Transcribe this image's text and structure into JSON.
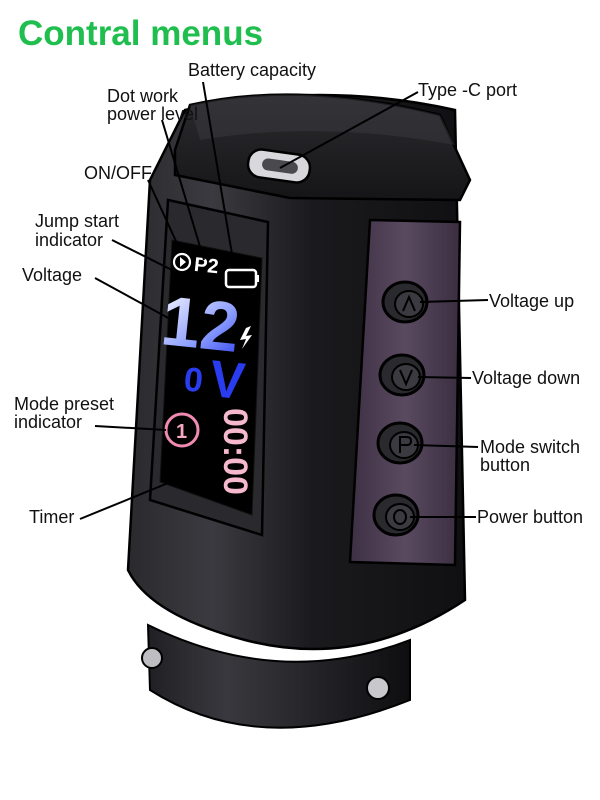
{
  "title": "Contral menus",
  "screen": {
    "mode_label": "P2",
    "voltage_int": "12",
    "voltage_dec": "0",
    "voltage_unit": "V",
    "preset_number": "1",
    "timer": "00:00"
  },
  "labels": {
    "battery_capacity": "Battery capacity",
    "type_c_port": "Type -C port",
    "dot_work_line1": "Dot work",
    "dot_work_line2": "power level",
    "on_off": "ON/OFF",
    "jump_start_line1": "Jump start",
    "jump_start_line2": "indicator",
    "voltage": "Voltage",
    "mode_preset_line1": "Mode preset",
    "mode_preset_line2": "indicator",
    "timer": "Timer",
    "voltage_up": "Voltage up",
    "voltage_down": "Voltage down",
    "mode_switch_line1": "Mode switch",
    "mode_switch_line2": "button",
    "power_button": "Power button"
  },
  "colors": {
    "title": "#1fbe4e",
    "body": "#1e1e22",
    "side_panel": "#4a3a4e",
    "voltage_gradient_start": "#ffffff",
    "voltage_gradient_end": "#2a3cf0",
    "preset_ring": "#f08ab0"
  }
}
